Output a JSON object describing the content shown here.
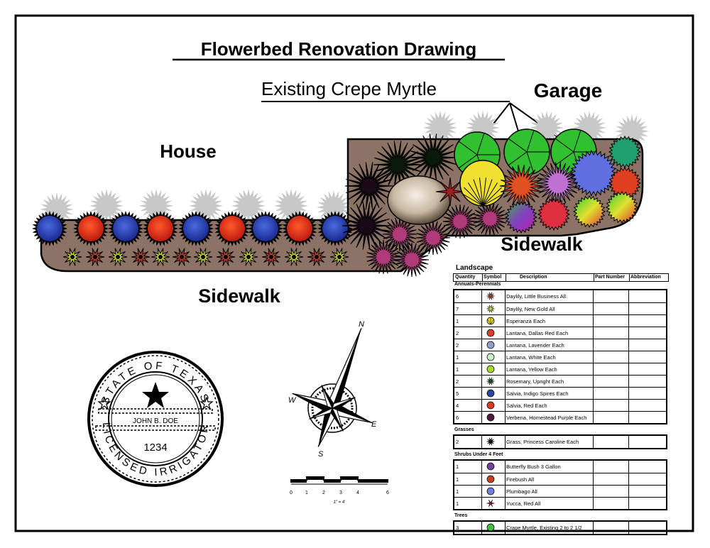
{
  "title": "Flowerbed Renovation Drawing",
  "labels": {
    "house": "House",
    "garage": "Garage",
    "sidewalk_left": "Sidewalk",
    "sidewalk_right": "Sidewalk",
    "crepe_myrtle": "Existing Crepe Myrtle"
  },
  "seal": {
    "top_text": "STATE OF TEXAS",
    "bottom_text": "LICENSED IRRIGATOR",
    "name": "JOHN B. DOE",
    "number": "1234"
  },
  "compass": {
    "n": "N",
    "e": "E",
    "s": "S",
    "w": "W"
  },
  "scale_bar": {
    "ticks": [
      "0",
      "1",
      "2",
      "3",
      "4",
      "6"
    ],
    "note": "1\" = 4'"
  },
  "legend": {
    "title": "Landscape",
    "columns": [
      "Quantity",
      "Symbol",
      "Description",
      "Part Number",
      "Abbreviation"
    ],
    "groups": [
      {
        "name": "Annuals-Perennials",
        "items": [
          {
            "qty": "6",
            "desc": "Daylily, Little Business All",
            "color": "#a0402a",
            "icon": "spiky-star-icon"
          },
          {
            "qty": "7",
            "desc": "Daylily, New Gold All",
            "color": "#c8d23a",
            "icon": "spiky-star-icon"
          },
          {
            "qty": "1",
            "desc": "Esperanza Each",
            "color": "#e8d83a",
            "icon": "fan-icon"
          },
          {
            "qty": "2",
            "desc": "Lantana, Dallas Red Each",
            "color": "#d8402a",
            "icon": "circle-icon"
          },
          {
            "qty": "2",
            "desc": "Lantana, Lavender Each",
            "color": "#8fa0c8",
            "icon": "circle-icon"
          },
          {
            "qty": "1",
            "desc": "Lantana, White Each",
            "color": "#c8f0c8",
            "icon": "circle-icon"
          },
          {
            "qty": "1",
            "desc": "Lantana, Yellow Each",
            "color": "#a8d830",
            "icon": "circle-icon"
          },
          {
            "qty": "2",
            "desc": "Rosemary, Upright Each",
            "color": "#205020",
            "icon": "spiky-star-icon"
          },
          {
            "qty": "5",
            "desc": "Salvia, Indigo Spires Each",
            "color": "#2848a0",
            "icon": "circle-icon"
          },
          {
            "qty": "4",
            "desc": "Salvia, Red Each",
            "color": "#e03a20",
            "icon": "circle-icon"
          },
          {
            "qty": "6",
            "desc": "Verbena, Homestead Purple Each",
            "color": "#501838",
            "icon": "circle-icon"
          }
        ]
      },
      {
        "name": "Grasses",
        "items": [
          {
            "qty": "2",
            "desc": "Grass, Princess Caroline Each",
            "color": "#101010",
            "icon": "spiky-star-icon"
          }
        ]
      },
      {
        "name": "Shrubs Under 4 Feet",
        "items": [
          {
            "qty": "1",
            "desc": "Butterfly Bush 3 Gallon",
            "color": "#7040a0",
            "icon": "circle-icon"
          },
          {
            "qty": "1",
            "desc": "Firebush All",
            "color": "#c84020",
            "icon": "circle-icon"
          },
          {
            "qty": "1",
            "desc": "Plumbago All",
            "color": "#7080e0",
            "icon": "circle-icon"
          },
          {
            "qty": "1",
            "desc": "Yucca, Red All",
            "color": "#802020",
            "icon": "asterisk-icon"
          }
        ]
      },
      {
        "name": "Trees",
        "items": [
          {
            "qty": "3",
            "desc": "Crape Myrtle, Existing 2 to 2 1/2",
            "color": "#40c040",
            "icon": "circle-icon"
          }
        ]
      }
    ]
  },
  "colors": {
    "bed": "#8c7366",
    "outline": "#000000",
    "salvia_blue": "#2848b8",
    "salvia_red": "#e83818",
    "crepe_green": "#30c030",
    "shadow": "#c8c8c8"
  }
}
